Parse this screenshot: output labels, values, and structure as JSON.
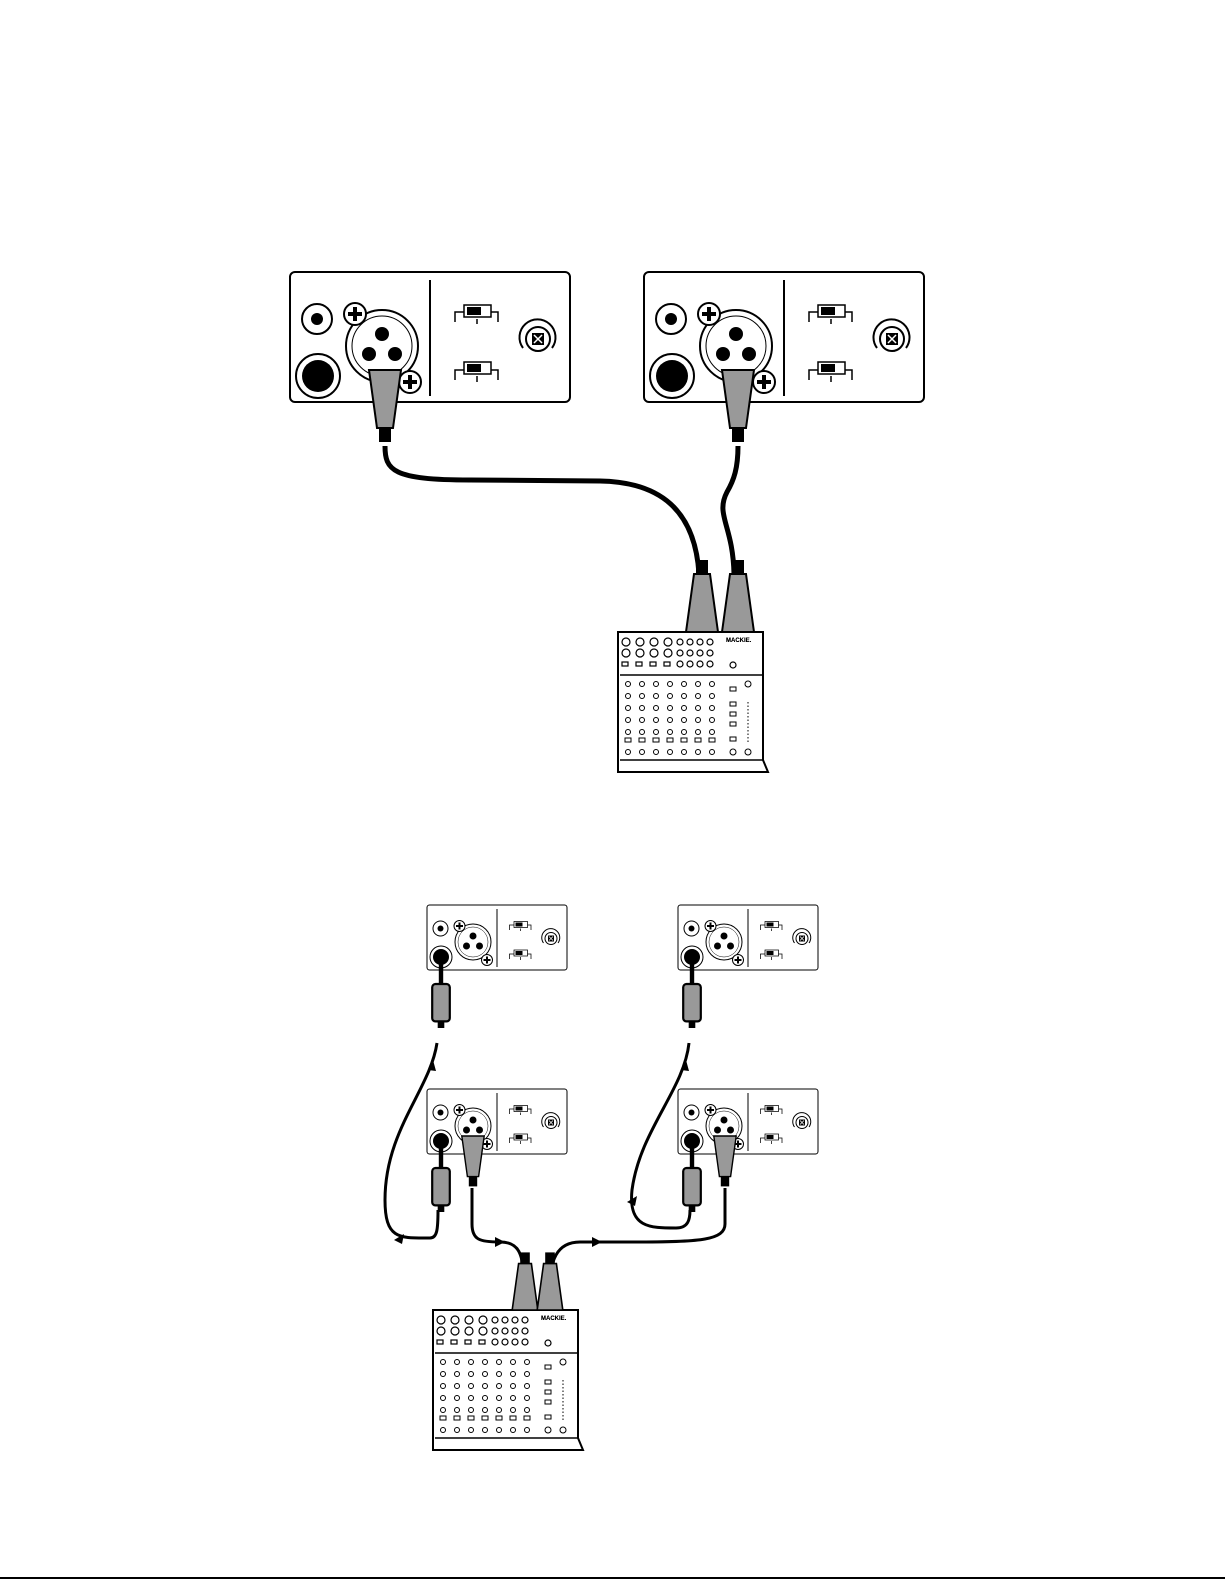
{
  "colors": {
    "ink": "#000000",
    "paper": "#ffffff",
    "plug_body": "#999999"
  },
  "mixer_brand": "MACKIE.",
  "icons": {
    "panel": "speaker-input-panel",
    "mixer": "mixer",
    "xlr": "xlr-connector-icon",
    "jack": "quarter-inch-jack-icon",
    "knob": "level-knob-icon",
    "switch": "slide-switch-icon"
  },
  "figure1": {
    "panels": 2,
    "cables": 2,
    "mixers": 1
  },
  "figure2": {
    "panels": 4,
    "cables": 4,
    "mixers": 1
  }
}
